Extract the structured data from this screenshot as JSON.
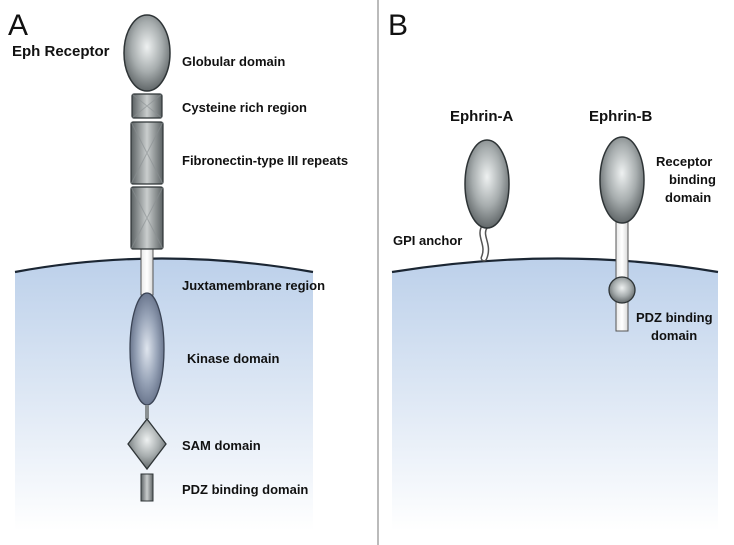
{
  "colors": {
    "domain_fill_light": "#e6eaea",
    "domain_fill_dark": "#5c6264",
    "kinase_fill_light": "#b7c2d3",
    "kinase_fill_dark": "#55617a",
    "cytoplasm_top": "#bcd0ea",
    "cytoplasm_bottom": "#ffffff",
    "membrane": "#1b2633",
    "divider": "#777777"
  },
  "panel_a": {
    "letter": "A",
    "title": "Eph Receptor",
    "labels": {
      "globular": "Globular domain",
      "cysteine": "Cysteine rich region",
      "fibronectin": "Fibronectin-type III repeats",
      "juxtamembrane": "Juxtamembrane region",
      "kinase": "Kinase domain",
      "sam": "SAM domain",
      "pdz": "PDZ binding domain"
    }
  },
  "panel_b": {
    "letter": "B",
    "ephrin_a": "Ephrin-A",
    "ephrin_b": "Ephrin-B",
    "gpi_anchor": "GPI anchor",
    "receptor_binding_line1": "Receptor",
    "receptor_binding_line2": "binding",
    "receptor_binding_line3": "domain",
    "pdz_line1": "PDZ binding",
    "pdz_line2": "domain"
  }
}
